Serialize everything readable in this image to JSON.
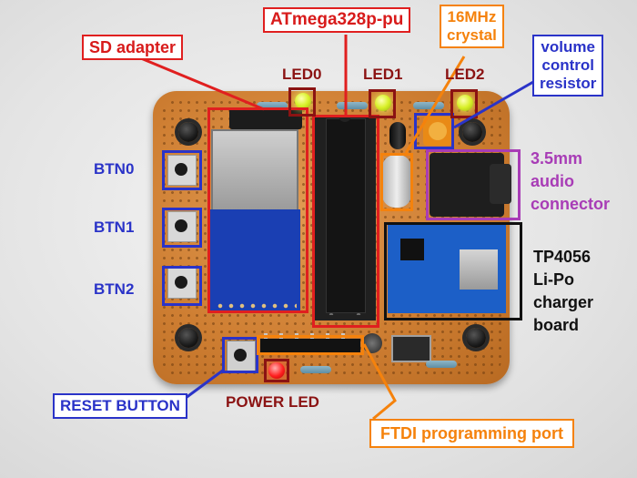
{
  "labels": {
    "sd_adapter": "SD adapter",
    "atmega": "ATmega328p-pu",
    "crystal": "16MHz\ncrystal",
    "volume": "volume\ncontrol\nresistor",
    "led0": "LED0",
    "led1": "LED1",
    "led2": "LED2",
    "audio": "3.5mm\naudio\nconnector",
    "btn0": "BTN0",
    "btn1": "BTN1",
    "btn2": "BTN2",
    "tp4056": "TP4056\nLi-Po\ncharger\nboard",
    "reset": "RESET BUTTON",
    "power_led": "POWER LED",
    "ftdi": "FTDI programming port"
  },
  "colors": {
    "red": "#e01f1f",
    "maroon": "#8b1313",
    "blue": "#2a33c8",
    "orange": "#f5820c",
    "purple": "#a83cb6",
    "board": "#cf7f33"
  }
}
